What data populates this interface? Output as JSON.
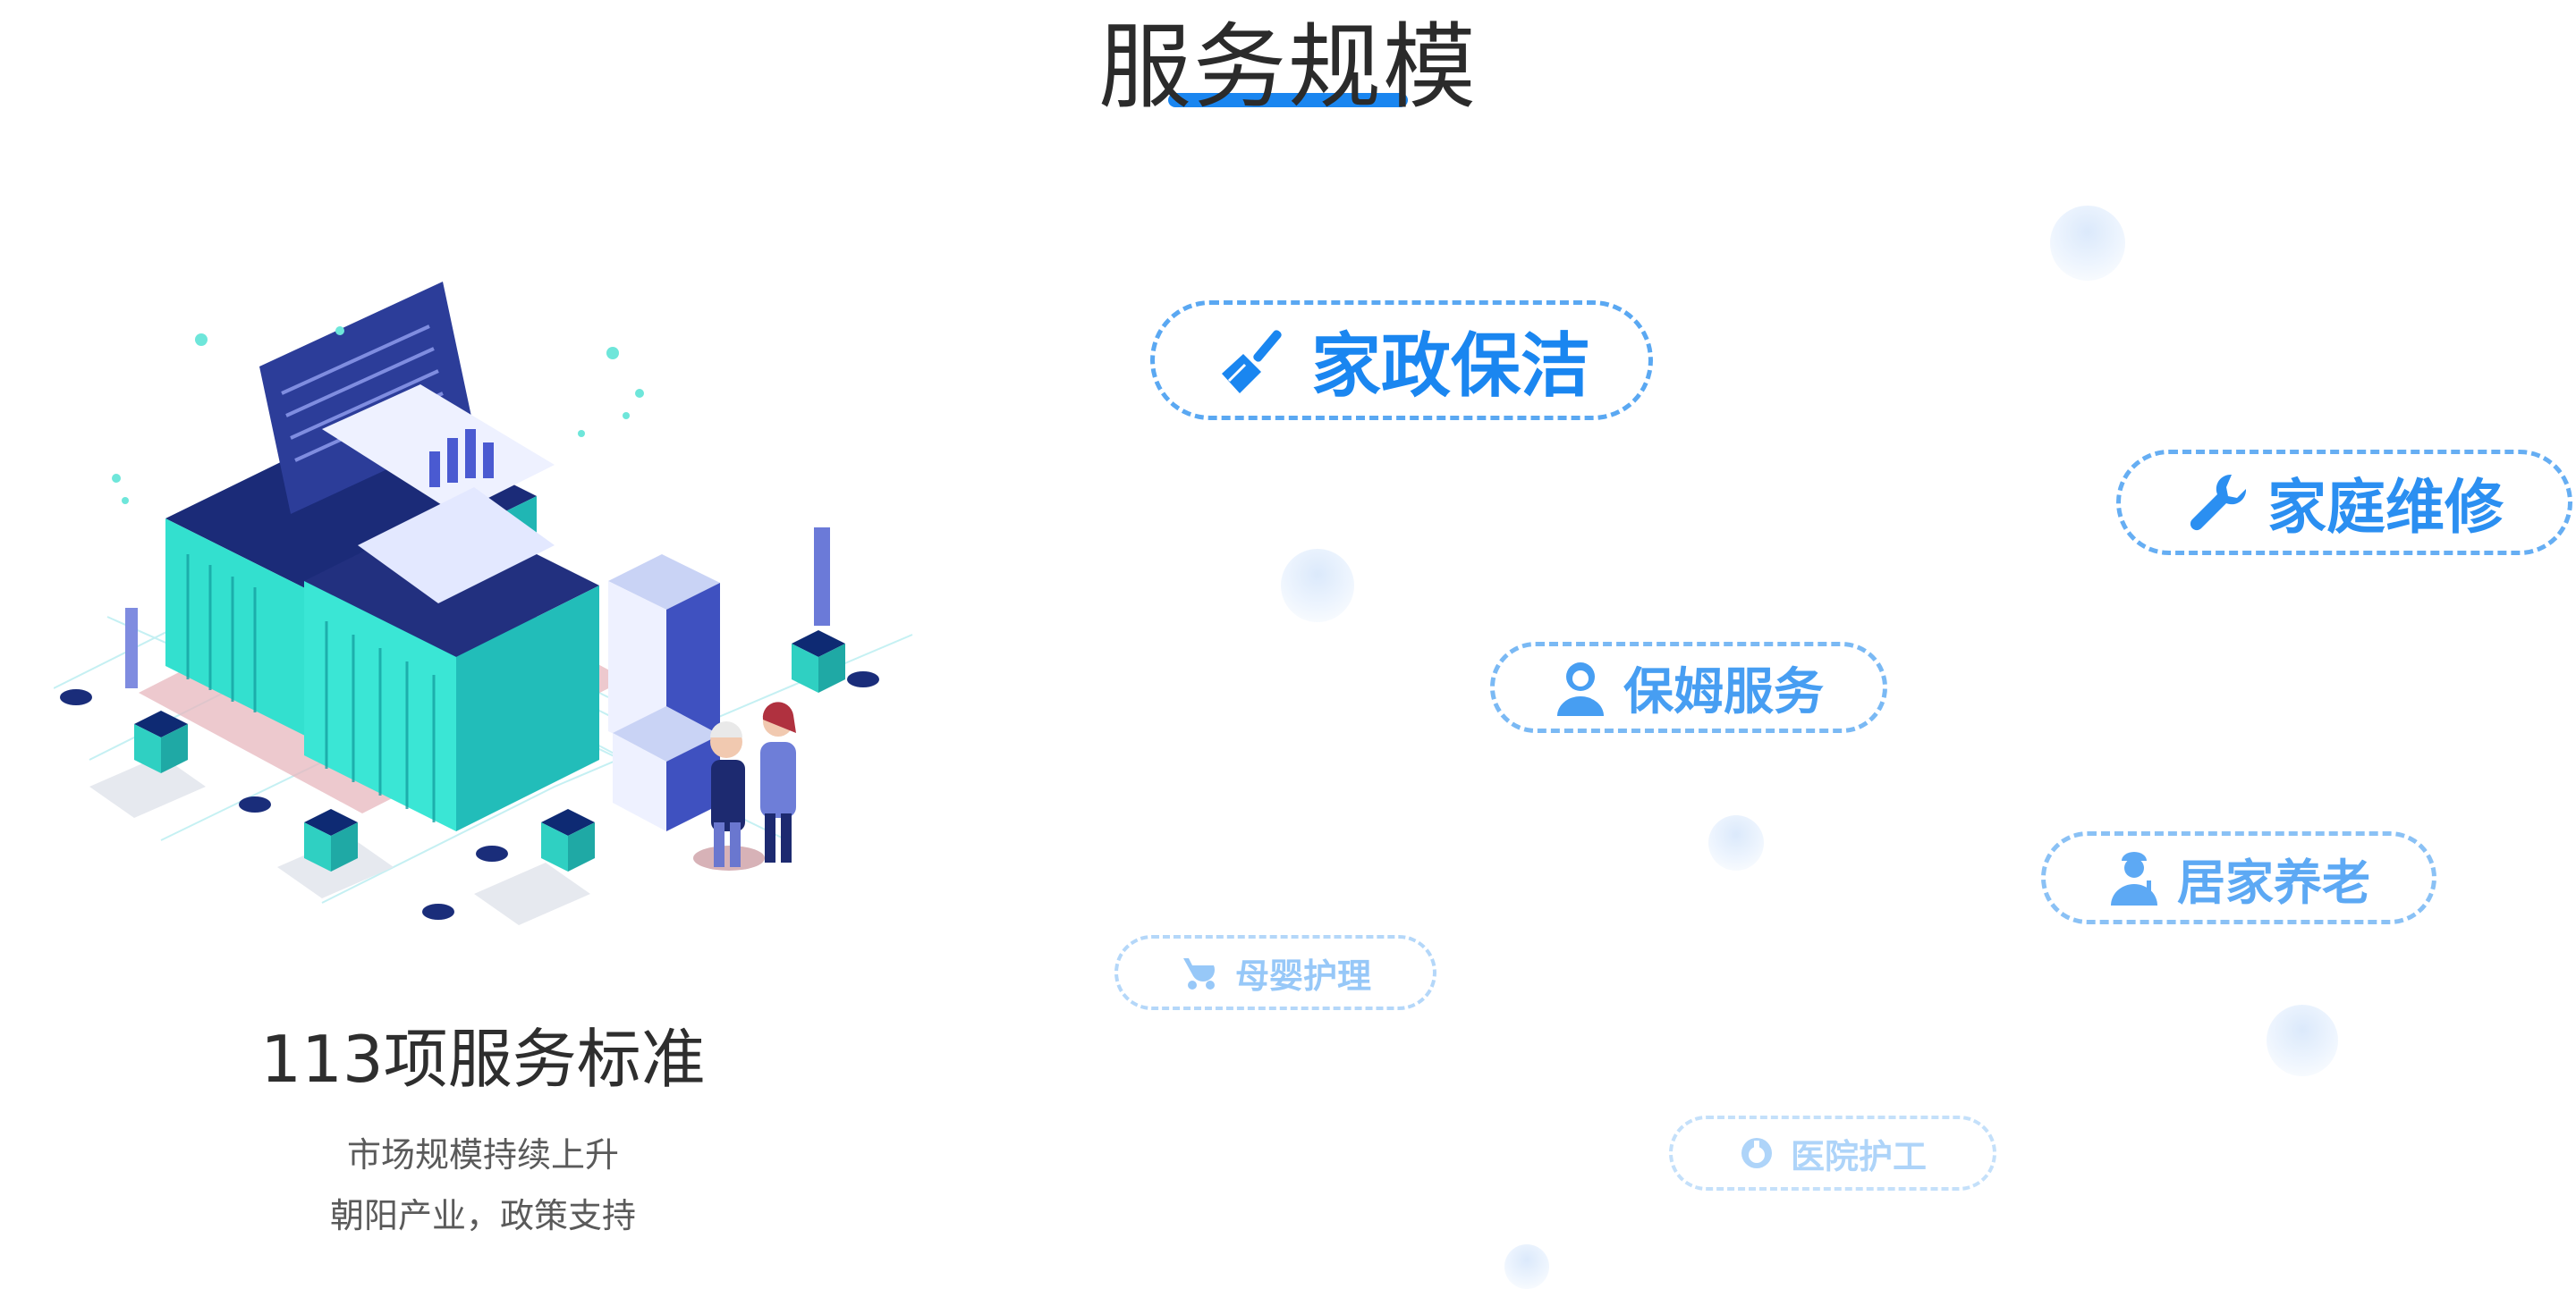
{
  "page": {
    "title": "服务规模",
    "accent_color": "#1a86f0"
  },
  "summary": {
    "headline": "113项服务标准",
    "lines": [
      "市场规模持续上升",
      "朝阳产业，政策支持"
    ]
  },
  "illustration": {
    "subject": "isometric-server-and-people-illustration"
  },
  "services": [
    {
      "label": "家政保洁",
      "icon": "broom-icon"
    },
    {
      "label": "家庭维修",
      "icon": "wrench-icon"
    },
    {
      "label": "保姆服务",
      "icon": "nanny-icon"
    },
    {
      "label": "居家养老",
      "icon": "elderly-icon"
    },
    {
      "label": "母婴护理",
      "icon": "stroller-icon"
    },
    {
      "label": "医院护工",
      "icon": "nurse-icon"
    }
  ]
}
